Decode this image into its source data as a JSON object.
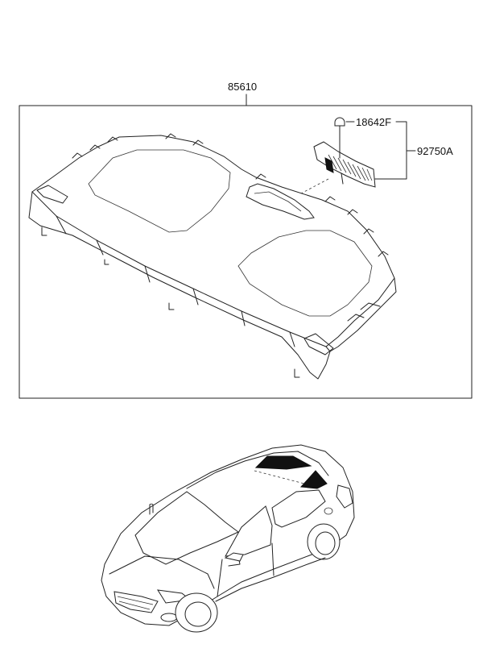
{
  "parts": {
    "assembly": {
      "number": "85610"
    },
    "bolt": {
      "number": "18642F"
    },
    "lamp": {
      "number": "92750A"
    }
  },
  "colors": {
    "line": "#222222",
    "background": "#ffffff"
  }
}
